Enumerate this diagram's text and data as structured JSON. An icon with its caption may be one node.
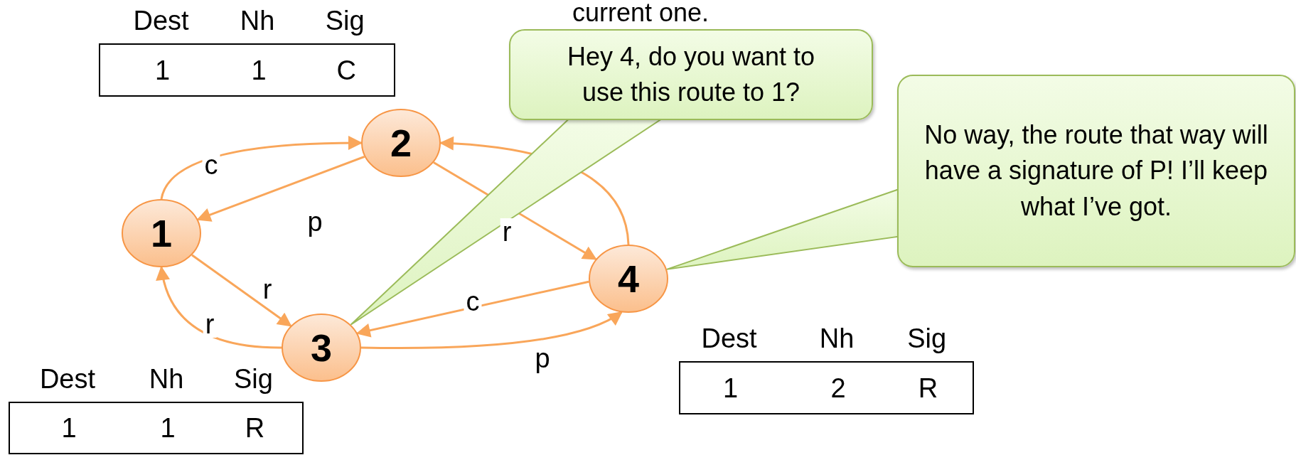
{
  "diagram": {
    "nodes": [
      {
        "text": [
          "Dest",
          "Nh",
          "Sig",
          "1",
          "1",
          "C"
        ]
      },
      {
        "text": [
          "Hey 4, do you want to use this route to 1?"
        ]
      },
      {
        "text": [
          "No way, the route that way will have a signature of P!  I’ll keep what I’ve got."
        ]
      },
      {
        "text": [
          "2"
        ]
      },
      {
        "text": [
          "1"
        ]
      },
      {
        "text": [
          "4"
        ]
      },
      {
        "text": [
          "3"
        ]
      },
      {
        "text": [
          "Dest",
          "Nh",
          "Sig",
          "1",
          "2",
          "R"
        ]
      },
      {
        "text": [
          "Dest",
          "Nh",
          "Sig",
          "1",
          "1",
          "R"
        ]
      }
    ],
    "edges": [
      {
        "from": 4,
        "to": 3,
        "arrow": "to",
        "label": "c"
      },
      {
        "from": 3,
        "to": 4,
        "arrow": "to",
        "label": "p"
      },
      {
        "from": 3,
        "to": 5,
        "arrow": "to",
        "label": "r"
      },
      {
        "from": 5,
        "to": 3,
        "arrow": "to"
      },
      {
        "from": 4,
        "to": 6,
        "arrow": "to",
        "label": "r"
      },
      {
        "from": 6,
        "to": 4,
        "arrow": "to",
        "label": "r"
      },
      {
        "from": 5,
        "to": 6,
        "arrow": "to",
        "label": "c"
      },
      {
        "from": 6,
        "to": 5,
        "arrow": "to",
        "label": "p"
      },
      {
        "from": 1,
        "to": 6,
        "arrow": "none",
        "color": "#9bbb59"
      },
      {
        "from": 2,
        "to": 5,
        "arrow": "none",
        "color": "#9bbb59"
      }
    ],
    "labels": [
      "current one."
    ]
  }
}
